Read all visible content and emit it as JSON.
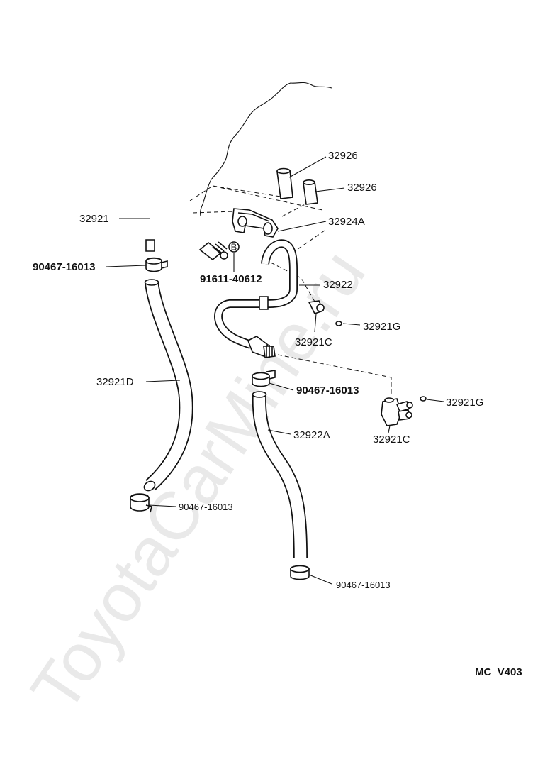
{
  "watermark": "ToyotaCarMine.ru",
  "diagram_code": "MC  V403",
  "circle_marker": "B",
  "callouts": {
    "p32926_top": "32926",
    "p32926_mid": "32926",
    "p32924a": "32924A",
    "p32921": "32921",
    "p90467_a": "90467-16013",
    "p91611": "91611-40612",
    "p32922": "32922",
    "p32921g_a": "32921G",
    "p32921c_a": "32921C",
    "p32921d": "32921D",
    "p90467_b": "90467-16013",
    "p32921g_b": "32921G",
    "p32922a": "32922A",
    "p32921c_b": "32921C",
    "p90467_c": "90467-16013",
    "p90467_d": "90467-16013"
  }
}
